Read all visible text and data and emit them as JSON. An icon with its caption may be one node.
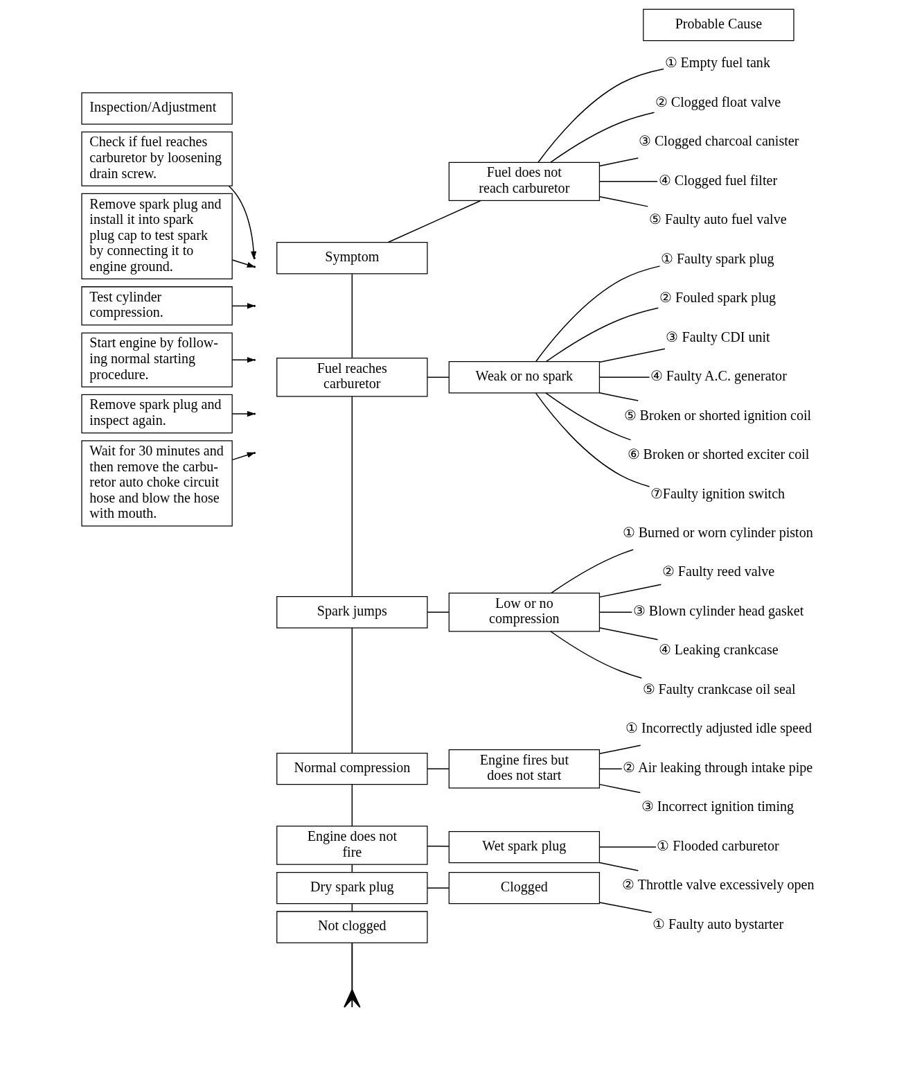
{
  "diagram": {
    "nodes": [
      {
        "text": [
          "Inspection/Adjustment"
        ]
      },
      {
        "text": [
          "Symptom"
        ]
      },
      {
        "text": [
          "Probable Cause"
        ]
      },
      {
        "text": [
          "Check if fuel reaches carburetor by loosening drain screw."
        ]
      },
      {
        "text": [
          "Fuel reaches carburetor"
        ]
      },
      {
        "text": [
          "Fuel does not reach carburetor"
        ]
      },
      {
        "text": [
          "① Empty fuel tank"
        ]
      },
      {
        "text": [
          "② Clogged float valve"
        ]
      },
      {
        "text": [
          "③ Clogged charcoal canister"
        ]
      },
      {
        "text": [
          "④ Clogged fuel filter"
        ]
      },
      {
        "text": [
          "⑤ Faulty auto fuel valve"
        ]
      },
      {
        "text": [
          "Remove spark plug and install it into spark plug cap to test spark by connecting it to engine ground."
        ]
      },
      {
        "text": [
          "Spark jumps"
        ]
      },
      {
        "text": [
          "Weak or no spark"
        ]
      },
      {
        "text": [
          "① Faulty spark plug"
        ]
      },
      {
        "text": [
          "② Fouled spark plug"
        ]
      },
      {
        "text": [
          "③ Faulty CDI unit"
        ]
      },
      {
        "text": [
          "④ Faulty A.C. generator"
        ]
      },
      {
        "text": [
          "⑤ Broken or shorted ignition coil"
        ]
      },
      {
        "text": [
          "⑥ Broken or shorted exciter coil"
        ]
      },
      {
        "text": [
          "⑦Faulty ignition switch"
        ]
      },
      {
        "text": [
          "Test cylinder compression."
        ]
      },
      {
        "text": [
          "Normal compression"
        ]
      },
      {
        "text": [
          "Low or no compression"
        ]
      },
      {
        "text": [
          "① Burned or worn cylinder piston"
        ]
      },
      {
        "text": [
          "② Faulty reed valve"
        ]
      },
      {
        "text": [
          "③ Blown cylinder head gasket"
        ]
      },
      {
        "text": [
          "④ Leaking crankcase"
        ]
      },
      {
        "text": [
          "⑤ Faulty crankcase oil seal"
        ]
      },
      {
        "text": [
          "Start engine by follow-ing normal starting procedure."
        ]
      },
      {
        "text": [
          "Engine does not fire"
        ]
      },
      {
        "text": [
          "Engine fires but does not start"
        ]
      },
      {
        "text": [
          "① Incorrectly adjusted idle speed"
        ]
      },
      {
        "text": [
          "② Air leaking through intake pipe"
        ]
      },
      {
        "text": [
          "③ Incorrect ignition timing"
        ]
      },
      {
        "text": [
          "Remove spark plug and inspect again."
        ]
      },
      {
        "text": [
          "Dry spark plug"
        ]
      },
      {
        "text": [
          "Wet spark plug"
        ]
      },
      {
        "text": [
          "① Flooded carburetor"
        ]
      },
      {
        "text": [
          "② Throttle valve excessively open"
        ]
      },
      {
        "text": [
          "Wait for 30 minutes and then remove the carbu-retor auto choke circuit hose and blow the hose with mouth."
        ]
      },
      {
        "text": [
          "Not clogged"
        ]
      },
      {
        "text": [
          "Clogged"
        ]
      },
      {
        "text": [
          "① Faulty auto bystarter"
        ]
      }
    ],
    "edges": [
      {
        "from": 3,
        "to": null,
        "arrow": "to"
      },
      {
        "from": 1,
        "to": 4,
        "arrow": "none"
      },
      {
        "from": 1,
        "to": 5,
        "arrow": "none"
      },
      {
        "from": 5,
        "to": 6,
        "arrow": "none"
      },
      {
        "from": 5,
        "to": 7,
        "arrow": "none"
      },
      {
        "from": 5,
        "to": 8,
        "arrow": "none"
      },
      {
        "from": 5,
        "to": 9,
        "arrow": "none"
      },
      {
        "from": 5,
        "to": 10,
        "arrow": "none"
      },
      {
        "from": 11,
        "to": null,
        "arrow": "to"
      },
      {
        "from": 4,
        "to": 12,
        "arrow": "none"
      },
      {
        "from": 4,
        "to": 13,
        "arrow": "none"
      },
      {
        "from": 13,
        "to": 14,
        "arrow": "none"
      },
      {
        "from": 13,
        "to": 15,
        "arrow": "none"
      },
      {
        "from": 13,
        "to": 16,
        "arrow": "none"
      },
      {
        "from": 13,
        "to": 17,
        "arrow": "none"
      },
      {
        "from": 13,
        "to": 18,
        "arrow": "none"
      },
      {
        "from": 13,
        "to": 19,
        "arrow": "none"
      },
      {
        "from": 13,
        "to": 20,
        "arrow": "none"
      },
      {
        "from": 21,
        "to": null,
        "arrow": "to"
      },
      {
        "from": 12,
        "to": 22,
        "arrow": "none"
      },
      {
        "from": 12,
        "to": 23,
        "arrow": "none"
      },
      {
        "from": 23,
        "to": 24,
        "arrow": "none"
      },
      {
        "from": 23,
        "to": 25,
        "arrow": "none"
      },
      {
        "from": 23,
        "to": 26,
        "arrow": "none"
      },
      {
        "from": 23,
        "to": 27,
        "arrow": "none"
      },
      {
        "from": 23,
        "to": 28,
        "arrow": "none"
      },
      {
        "from": 29,
        "to": null,
        "arrow": "to"
      },
      {
        "from": 22,
        "to": 30,
        "arrow": "none"
      },
      {
        "from": 22,
        "to": 31,
        "arrow": "none"
      },
      {
        "from": 31,
        "to": 32,
        "arrow": "none"
      },
      {
        "from": 31,
        "to": 33,
        "arrow": "none"
      },
      {
        "from": 31,
        "to": 34,
        "arrow": "none"
      },
      {
        "from": 35,
        "to": null,
        "arrow": "to"
      },
      {
        "from": 30,
        "to": 36,
        "arrow": "none"
      },
      {
        "from": 30,
        "to": 37,
        "arrow": "none"
      },
      {
        "from": 37,
        "to": 38,
        "arrow": "none"
      },
      {
        "from": 37,
        "to": 39,
        "arrow": "none"
      },
      {
        "from": 40,
        "to": null,
        "arrow": "to"
      },
      {
        "from": 36,
        "to": 41,
        "arrow": "none"
      },
      {
        "from": 36,
        "to": 42,
        "arrow": "none"
      },
      {
        "from": 42,
        "to": 43,
        "arrow": "none"
      },
      {
        "from": 41,
        "to": null,
        "arrow": "other"
      }
    ]
  }
}
